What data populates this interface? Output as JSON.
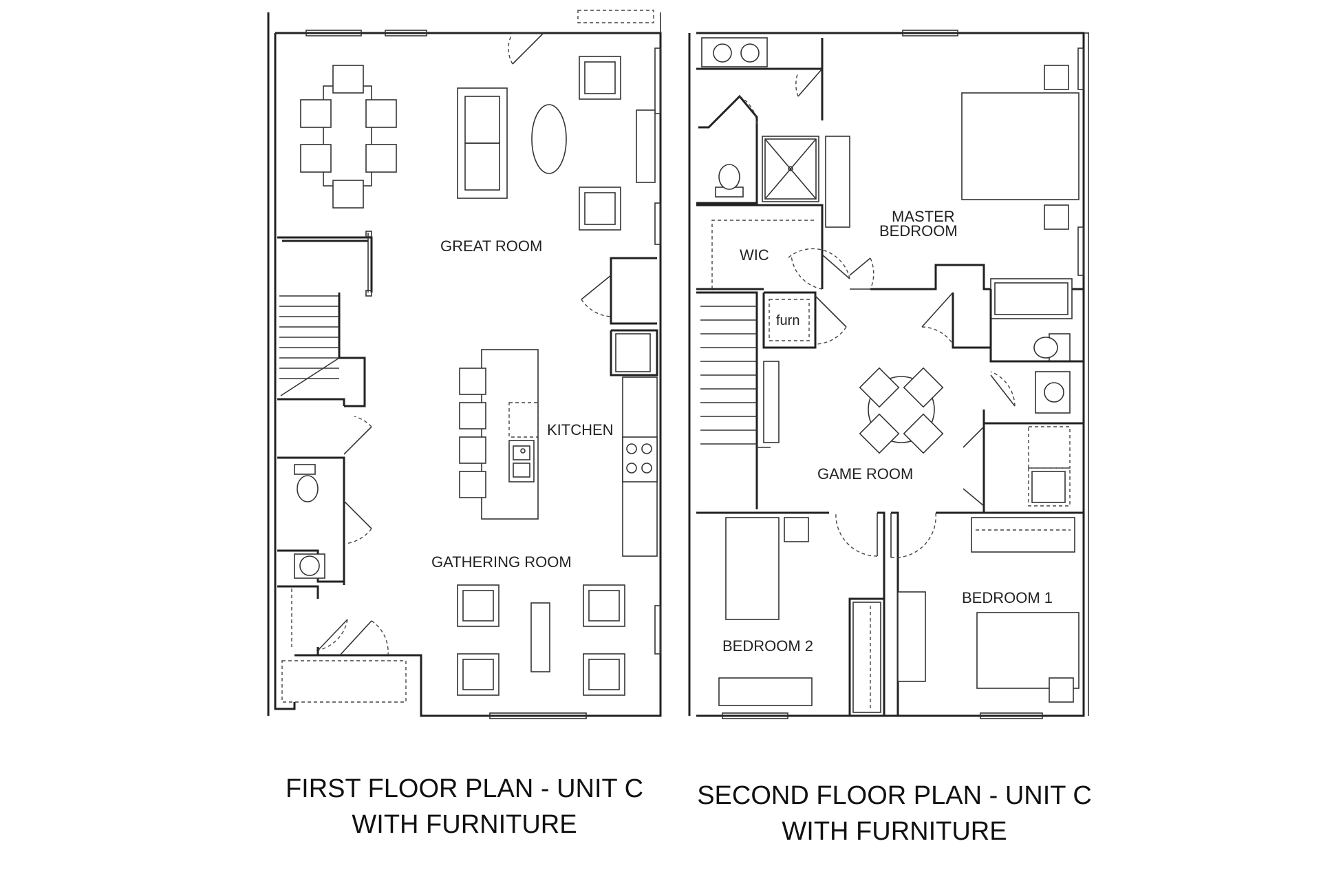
{
  "first_floor": {
    "rooms": {
      "great_room": "GREAT ROOM",
      "kitchen": "KITCHEN",
      "gathering_room": "GATHERING ROOM"
    },
    "caption_line1": "FIRST FLOOR PLAN - UNIT C",
    "caption_line2": "WITH FURNITURE"
  },
  "second_floor": {
    "rooms": {
      "master_bedroom_line1": "MASTER",
      "master_bedroom_line2": "BEDROOM",
      "wic": "WIC",
      "furn": "furn",
      "game_room": "GAME ROOM",
      "bedroom_1": "BEDROOM 1",
      "bedroom_2": "BEDROOM 2"
    },
    "caption_line1": "SECOND FLOOR PLAN - UNIT C",
    "caption_line2": "WITH FURNITURE"
  },
  "colors": {
    "line": "#222222",
    "background": "#ffffff"
  }
}
